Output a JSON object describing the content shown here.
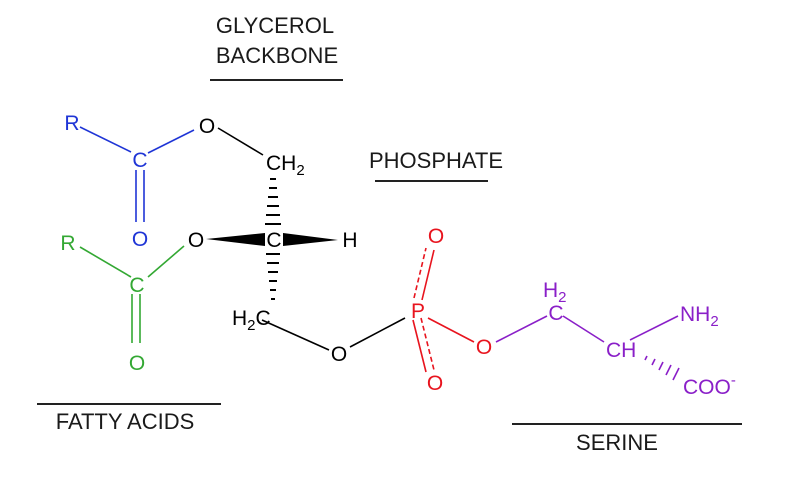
{
  "labels": {
    "glycerol_line1": "GLYCEROL",
    "glycerol_line2": "BACKBONE",
    "phosphate": "PHOSPHATE",
    "fatty_acids": "FATTY ACIDS",
    "serine": "SERINE"
  },
  "atoms": {
    "r_top": "R",
    "c_top": "C",
    "o_top_ester": "O",
    "o_top_carbonyl": "O",
    "r_bottom": "R",
    "c_bottom": "C",
    "o_bottom_ester": "O",
    "o_bottom_carbonyl": "O",
    "ch2_top": "CH",
    "ch2_top_sub": "2",
    "c_center": "C",
    "h_center": "H",
    "h2c_bottom": "H",
    "h2c_bottom_sub": "2",
    "h2c_bottom_c": "C",
    "o_glycerol_p": "O",
    "p": "P",
    "o_p_top": "O",
    "o_p_bottom": "O",
    "o_p_serine": "O",
    "h2_serine": "H",
    "h2_serine_sub": "2",
    "c_serine": "C",
    "ch_serine": "CH",
    "nh2": "NH",
    "nh2_sub": "2",
    "coo": "COO",
    "coo_charge": "-"
  },
  "colors": {
    "black": "#000000",
    "fatty_acid_top": "#1f35d6",
    "fatty_acid_bottom": "#33a833",
    "phosphate": "#e8141e",
    "serine": "#8a1fc8"
  }
}
